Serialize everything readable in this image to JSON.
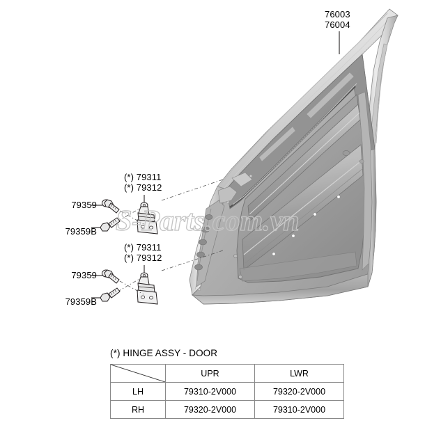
{
  "diagram": {
    "type": "automotive-parts-exploded-diagram",
    "subject": "Front door panel assembly with hinges",
    "callouts": [
      {
        "id": "76003",
        "label": "76003",
        "starred": false
      },
      {
        "id": "76004",
        "label": "76004",
        "starred": false
      },
      {
        "id": "upr-79311",
        "label": "79311",
        "star": "(*)",
        "starred": true
      },
      {
        "id": "upr-79312",
        "label": "79312",
        "star": "(*)",
        "starred": true
      },
      {
        "id": "lwr-79311",
        "label": "79311",
        "star": "(*)",
        "starred": true
      },
      {
        "id": "lwr-79312",
        "label": "79312",
        "star": "(*)",
        "starred": true
      },
      {
        "id": "79359-upr",
        "label": "79359",
        "starred": false
      },
      {
        "id": "79359b-upr",
        "label": "79359B",
        "starred": false
      },
      {
        "id": "79359-lwr",
        "label": "79359",
        "starred": false
      },
      {
        "id": "79359b-lwr",
        "label": "79359B",
        "starred": false
      }
    ]
  },
  "watermark": {
    "text": "S-Parts.com.vn"
  },
  "legend": {
    "title": "(*) HINGE ASSY - DOOR",
    "table": {
      "corner_label": "",
      "columns": [
        "UPR",
        "LWR"
      ],
      "rows": [
        {
          "side": "LH",
          "values": [
            "79310-2V000",
            "79320-2V000"
          ]
        },
        {
          "side": "RH",
          "values": [
            "79320-2V000",
            "79310-2V000"
          ]
        }
      ]
    }
  },
  "colors": {
    "line": "#231f20",
    "panel_light": "#d9d9d9",
    "panel_mid": "#b8b8b8",
    "panel_dark": "#9a9a9a",
    "panel_darker": "#7d7d7d",
    "frame_light": "#e6e6e6",
    "watermark": "#c9c9c9",
    "table_border": "#888888",
    "background": "#ffffff"
  }
}
